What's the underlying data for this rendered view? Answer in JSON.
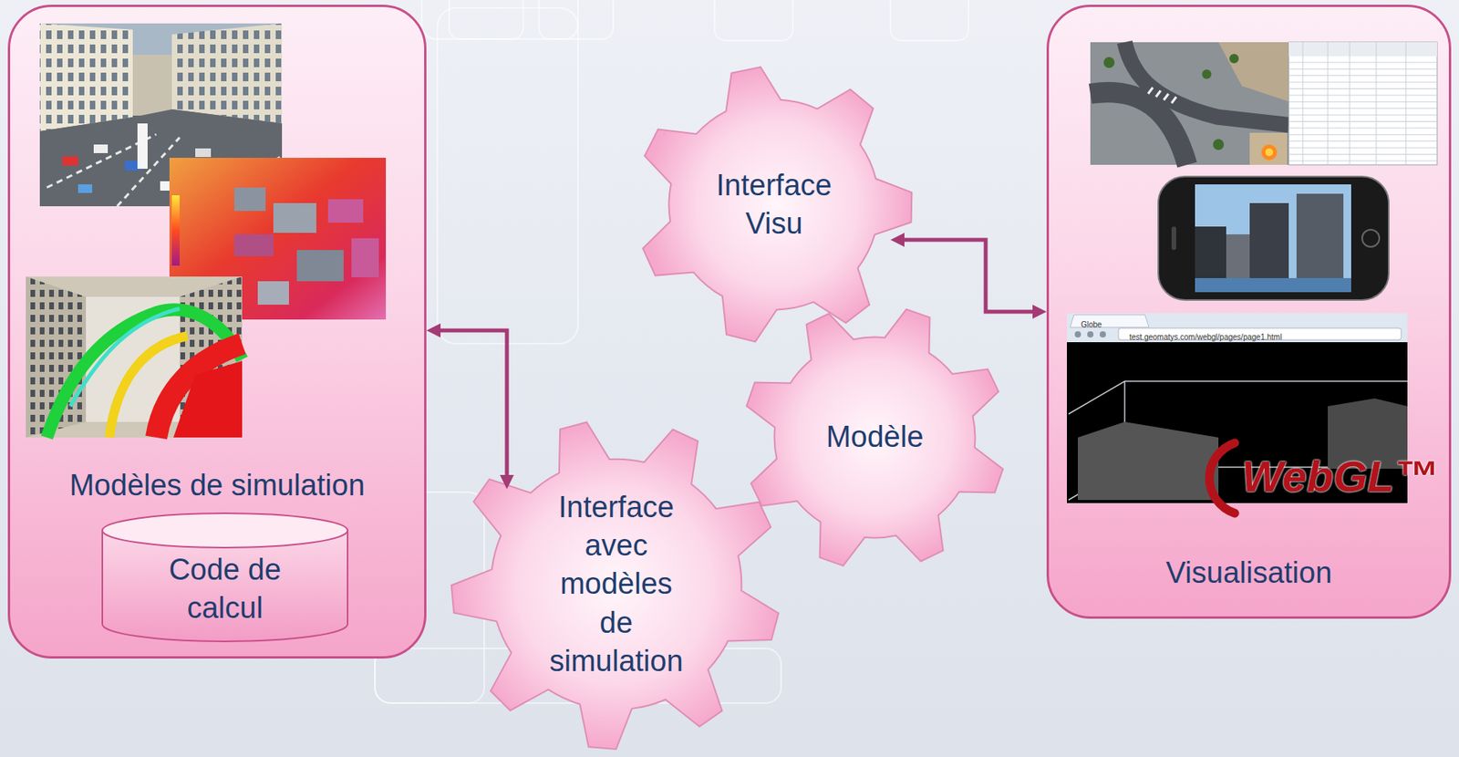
{
  "diagram": {
    "nodes": [
      {
        "text": [
          "Modèles de simulation"
        ]
      },
      {
        "text": [
          "Code de calcul"
        ],
        "in": 0
      },
      {
        "text": [
          "Interface Visu"
        ]
      },
      {
        "text": [
          "Modèle"
        ]
      },
      {
        "text": [
          "Interface avec modèles de simulation"
        ]
      },
      {
        "text": [
          "Visualisation"
        ]
      }
    ],
    "edges": [
      {
        "from": 0,
        "to": 4,
        "arrow": "both"
      },
      {
        "from": 2,
        "to": 5,
        "arrow": "both"
      }
    ],
    "labels": [
      "Globe",
      "test.geomatys.com/webgl/pages/page1.html",
      "WebGL™"
    ]
  }
}
